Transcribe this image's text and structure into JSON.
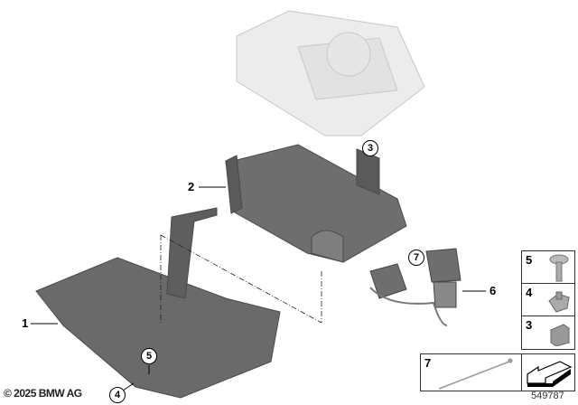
{
  "diagram": {
    "parts": [
      {
        "number": "1",
        "label_style": "plain",
        "name": "lower-bracket"
      },
      {
        "number": "2",
        "label_style": "plain",
        "name": "holder-tray"
      },
      {
        "number": "3",
        "label_style": "circled",
        "name": "clip-nut"
      },
      {
        "number": "4",
        "label_style": "circled",
        "name": "spring-nut"
      },
      {
        "number": "5",
        "label_style": "circled",
        "name": "screw"
      },
      {
        "number": "6",
        "label_style": "plain",
        "name": "connector"
      },
      {
        "number": "7",
        "label_style": "circled",
        "name": "cable-tie"
      }
    ],
    "legend": [
      {
        "number": "5",
        "icon": "screw-icon"
      },
      {
        "number": "4",
        "icon": "spring-nut-icon"
      },
      {
        "number": "3",
        "icon": "clip-nut-icon"
      },
      {
        "number": "7",
        "icon": "cable-tie-icon"
      }
    ],
    "copyright": "© 2025 BMW AG",
    "diagram_number": "549787"
  }
}
